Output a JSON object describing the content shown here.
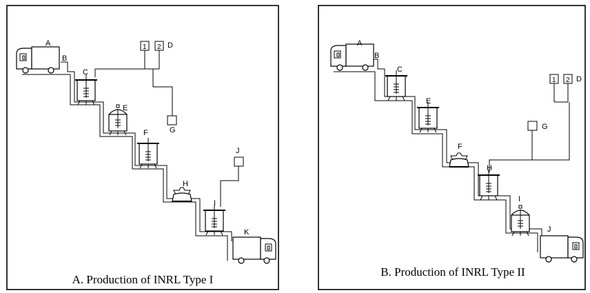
{
  "panels": [
    {
      "id": "A",
      "caption": "A. Production of INRL Type I",
      "labels": {
        "A": "A",
        "B": "B",
        "C": "C",
        "D": "D",
        "E": "E",
        "F": "F",
        "G": "G",
        "H": "H",
        "I": "I",
        "J": "J",
        "K": "K"
      },
      "box1": "1",
      "box2": "2"
    },
    {
      "id": "B",
      "caption": "B. Production of INRL Type II",
      "labels": {
        "A": "A",
        "B": "B",
        "C": "C",
        "D": "D",
        "E": "E",
        "F": "F",
        "G": "G",
        "H": "H",
        "I": "I",
        "J": "J"
      },
      "box1": "1",
      "box2": "2"
    }
  ]
}
